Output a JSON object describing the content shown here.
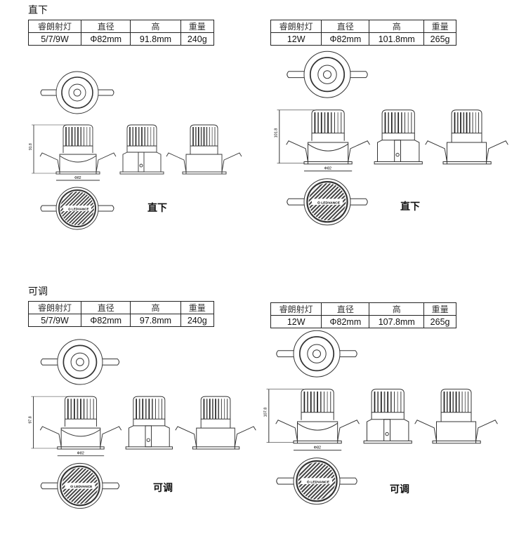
{
  "sections": [
    {
      "title": "直下",
      "tables": [
        {
          "headers": [
            "睿朗射灯",
            "直径",
            "高",
            "重量"
          ],
          "row": [
            "5/7/9W",
            "Φ82mm",
            "91.8mm",
            "240g"
          ]
        },
        {
          "headers": [
            "睿朗射灯",
            "直径",
            "高",
            "重量"
          ],
          "row": [
            "12W",
            "Φ82mm",
            "101.8mm",
            "265g"
          ]
        }
      ],
      "panels": [
        {
          "label": "直下",
          "height_dim": "91.8",
          "dia_dim": "Φ82",
          "logo": "LEDVANCE"
        },
        {
          "label": "直下",
          "height_dim": "101.8",
          "dia_dim": "Φ82",
          "logo": "LEDVANCE"
        }
      ]
    },
    {
      "title": "可调",
      "tables": [
        {
          "headers": [
            "睿朗射灯",
            "直径",
            "高",
            "重量"
          ],
          "row": [
            "5/7/9W",
            "Φ82mm",
            "97.8mm",
            "240g"
          ]
        },
        {
          "headers": [
            "睿朗射灯",
            "直径",
            "高",
            "重量"
          ],
          "row": [
            "12W",
            "Φ82mm",
            "107.8mm",
            "265g"
          ]
        }
      ],
      "panels": [
        {
          "label": "可调",
          "height_dim": "97.8",
          "dia_dim": "Φ82",
          "logo": "LEDVANCE"
        },
        {
          "label": "可调",
          "height_dim": "107.8",
          "dia_dim": "Φ82",
          "logo": "LEDVANCE"
        }
      ]
    }
  ]
}
